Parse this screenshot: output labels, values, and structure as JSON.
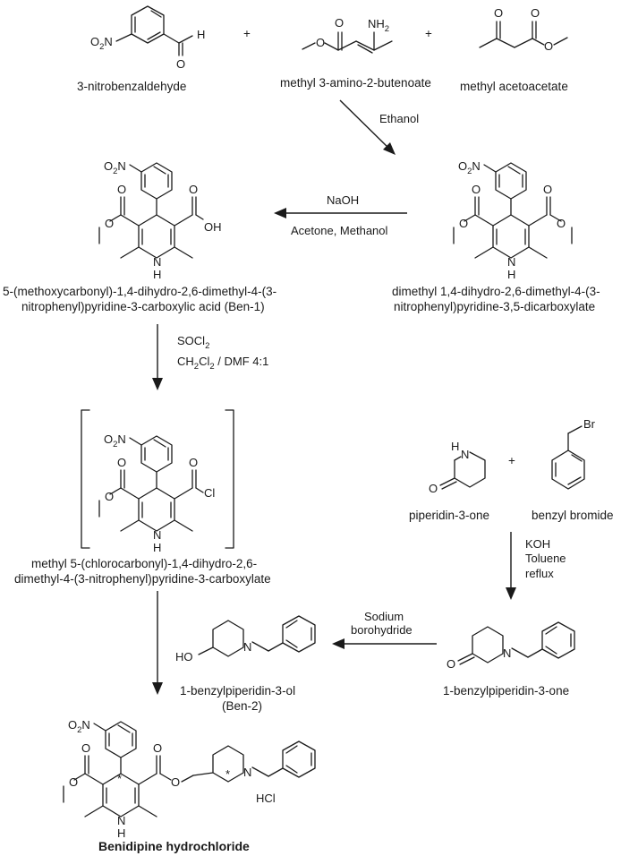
{
  "reagents": {
    "plus": "+",
    "nitrobenzaldehyde": "3-nitrobenzaldehyde",
    "aminobutenoate": "methyl 3-amino-2-butenoate",
    "acetoacetate": "methyl acetoacetate",
    "piperidinone": "piperidin-3-one",
    "benzyl_bromide": "benzyl bromide"
  },
  "conditions": {
    "step1": "Ethanol",
    "step2_line1": "NaOH",
    "step2_line2": "Acetone, Methanol",
    "step3_line1": "SOCl",
    "step3_line1_sub": "2",
    "step3_line2_a": "CH",
    "step3_line2_sub1": "2",
    "step3_line2_b": "Cl",
    "step3_line2_sub2": "2",
    "step3_line2_c": " / DMF 4:1",
    "step4_line1": "KOH",
    "step4_line2": "Toluene",
    "step4_line3": "reflux",
    "step5_line1": "Sodium",
    "step5_line2": "borohydride"
  },
  "products": {
    "diester_line1": "dimethyl 1,4-dihydro-2,6-dimethyl-4-(3-",
    "diester_line2": "nitrophenyl)pyridine-3,5-dicarboxylate",
    "acid_line1": "5-(methoxycarbonyl)-1,4-dihydro-2,6-dimethyl-4-(3-",
    "acid_line2": "nitrophenyl)pyridine-3-carboxylic acid (Ben-1)",
    "chloride_line1": "methyl 5-(chlorocarbonyl)-1,4-dihydro-2,6-",
    "chloride_line2": "dimethyl-4-(3-nitrophenyl)pyridine-3-carboxylate",
    "benzylpiperidinone": "1-benzylpiperidin-3-one",
    "benzylpiperidinol_line1": "1-benzylpiperidin-3-ol",
    "benzylpiperidinol_line2": "(Ben-2)",
    "final": "Benidipine hydrochloride"
  },
  "atoms": {
    "nitro": "O",
    "nitro_sub": "2",
    "nitro_n": "N",
    "hydrogen": "H",
    "oxygen": "O",
    "nitrogen": "N",
    "amine_nh": "NH",
    "amine_sub": "2",
    "nh": "N",
    "nh_h": "H",
    "hydroxyl_oh": "OH",
    "chlorine": "Cl",
    "bromine": "Br",
    "hydroxyl_ho": "HO",
    "hcl": "HCl",
    "stereo_mark": "*"
  }
}
